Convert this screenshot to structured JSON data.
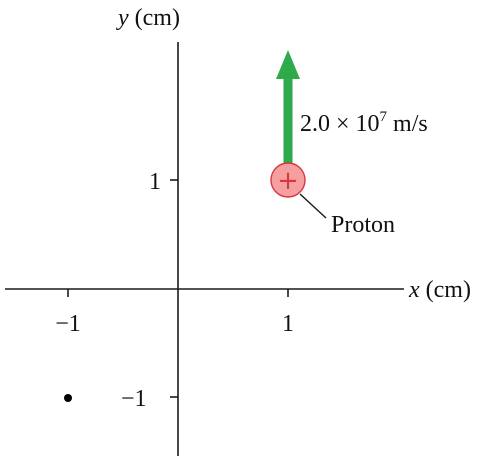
{
  "axes": {
    "y_label": {
      "var": "y",
      "unit": " (cm)"
    },
    "x_label": {
      "var": "x",
      "unit": " (cm)"
    },
    "tick_labels": {
      "y_pos_1": "1",
      "x_neg_1": "−1",
      "x_pos_1": "1",
      "y_neg_1": "−1"
    }
  },
  "velocity_label": {
    "coefficient": "2.0",
    "times": " × 10",
    "exponent": "7",
    "unit": " m/s"
  },
  "particle": {
    "sign": "+",
    "label": "Proton"
  },
  "colors": {
    "arrow": "#2eaa4b",
    "proton_fill": "#f4a0a0",
    "proton_stroke": "#d9363e",
    "axis": "#1a1a1a",
    "text": "#111111"
  }
}
